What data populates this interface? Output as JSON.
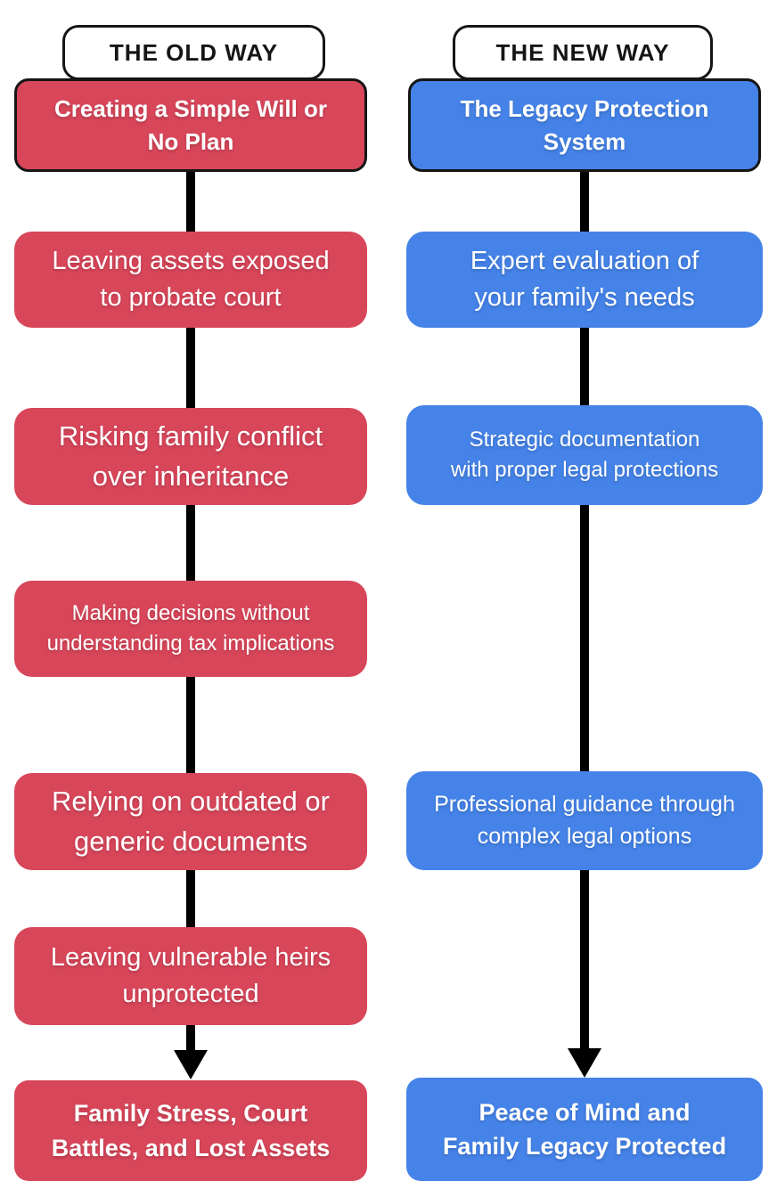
{
  "diagram": {
    "background": "#FFFFFF",
    "line_color": "#000000",
    "text_color_on_accent": "#FFFFFF",
    "columns": [
      {
        "id": "old-way",
        "accent_color": "#D8465A",
        "header": "THE OLD WAY",
        "title": "Creating a Simple Will or\nNo Plan",
        "steps": [
          "Leaving assets exposed\nto probate court",
          "Risking family conflict\nover inheritance",
          "Making decisions without\nunderstanding tax implications",
          "Relying on outdated or\ngeneric documents",
          "Leaving vulnerable heirs\nunprotected"
        ],
        "result": "Family Stress, Court\nBattles, and Lost Assets"
      },
      {
        "id": "new-way",
        "accent_color": "#4583E8",
        "header": "THE NEW WAY",
        "title": "The Legacy Protection\nSystem",
        "steps": [
          "Expert evaluation of\nyour family's needs",
          "Strategic documentation\nwith proper legal protections",
          "Professional guidance through\ncomplex legal options"
        ],
        "result": "Peace of Mind and\nFamily Legacy Protected"
      }
    ]
  }
}
